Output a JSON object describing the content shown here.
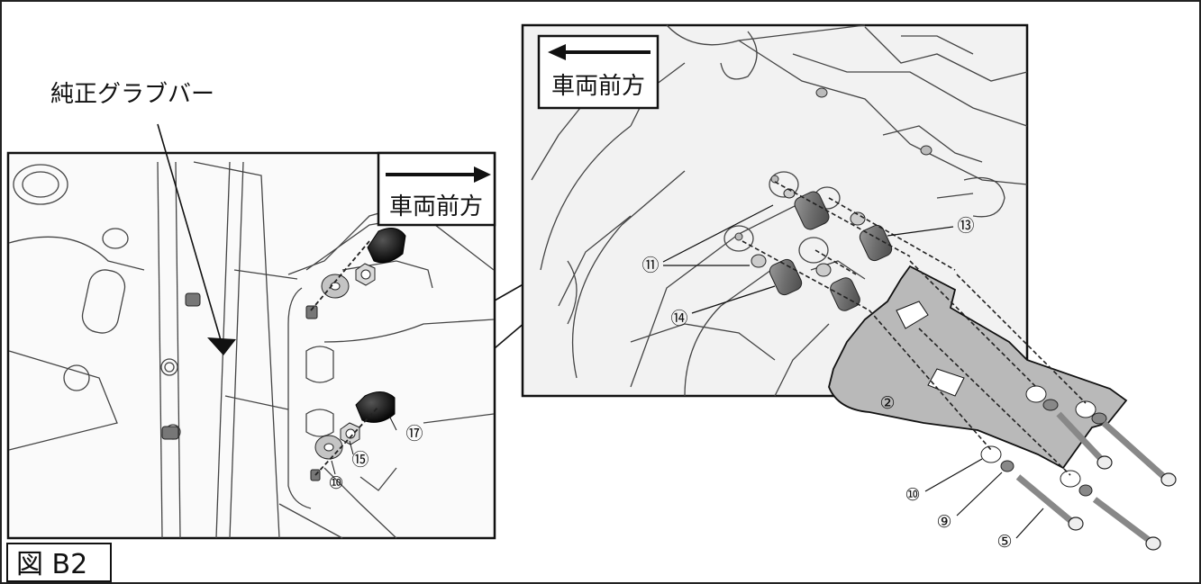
{
  "grab_bar_label": "純正グラブバー",
  "front_label_left": "車両前方",
  "front_label_right": "車両前方",
  "figure_label": "図 B2",
  "parts": {
    "p2": "②",
    "p5": "⑤",
    "p9": "⑨",
    "p10_left": "⑩",
    "p10_right": "⑩",
    "p11": "⑪",
    "p13": "⑬",
    "p14": "⑭",
    "p15": "⑮",
    "p17": "⑰"
  }
}
